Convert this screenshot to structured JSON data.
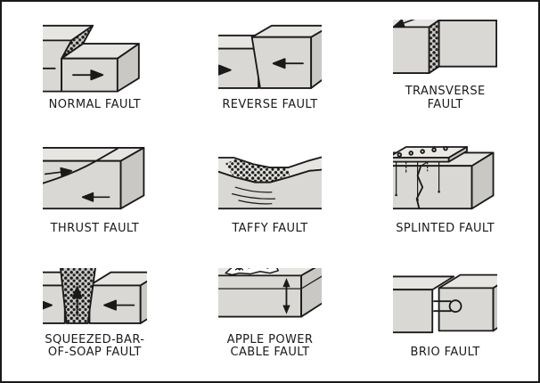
{
  "comic": {
    "title": "fault types comic",
    "palette": {
      "ink": "#1a1a1a",
      "paper": "#ffffff",
      "rock-top": "#e6e5e1",
      "rock-front": "#d9d8d4",
      "rock-side": "#c9c8c4",
      "rock-fault": "#cfcecb"
    },
    "panels": [
      {
        "name": "normal-fault",
        "caption": "NORMAL FAULT"
      },
      {
        "name": "reverse-fault",
        "caption": "REVERSE FAULT"
      },
      {
        "name": "transverse-fault",
        "caption": "TRANSVERSE FAULT"
      },
      {
        "name": "thrust-fault",
        "caption": "THRUST FAULT"
      },
      {
        "name": "taffy-fault",
        "caption": "TAFFY FAULT"
      },
      {
        "name": "splinted-fault",
        "caption": "SPLINTED FAULT"
      },
      {
        "name": "squeezed-bar-of-soap-fault",
        "caption": "SQUEEZED-BAR-\nOF-SOAP FAULT"
      },
      {
        "name": "apple-power-cable-fault",
        "caption": "APPLE POWER\nCABLE FAULT"
      },
      {
        "name": "brio-fault",
        "caption": "BRIO FAULT"
      }
    ]
  }
}
